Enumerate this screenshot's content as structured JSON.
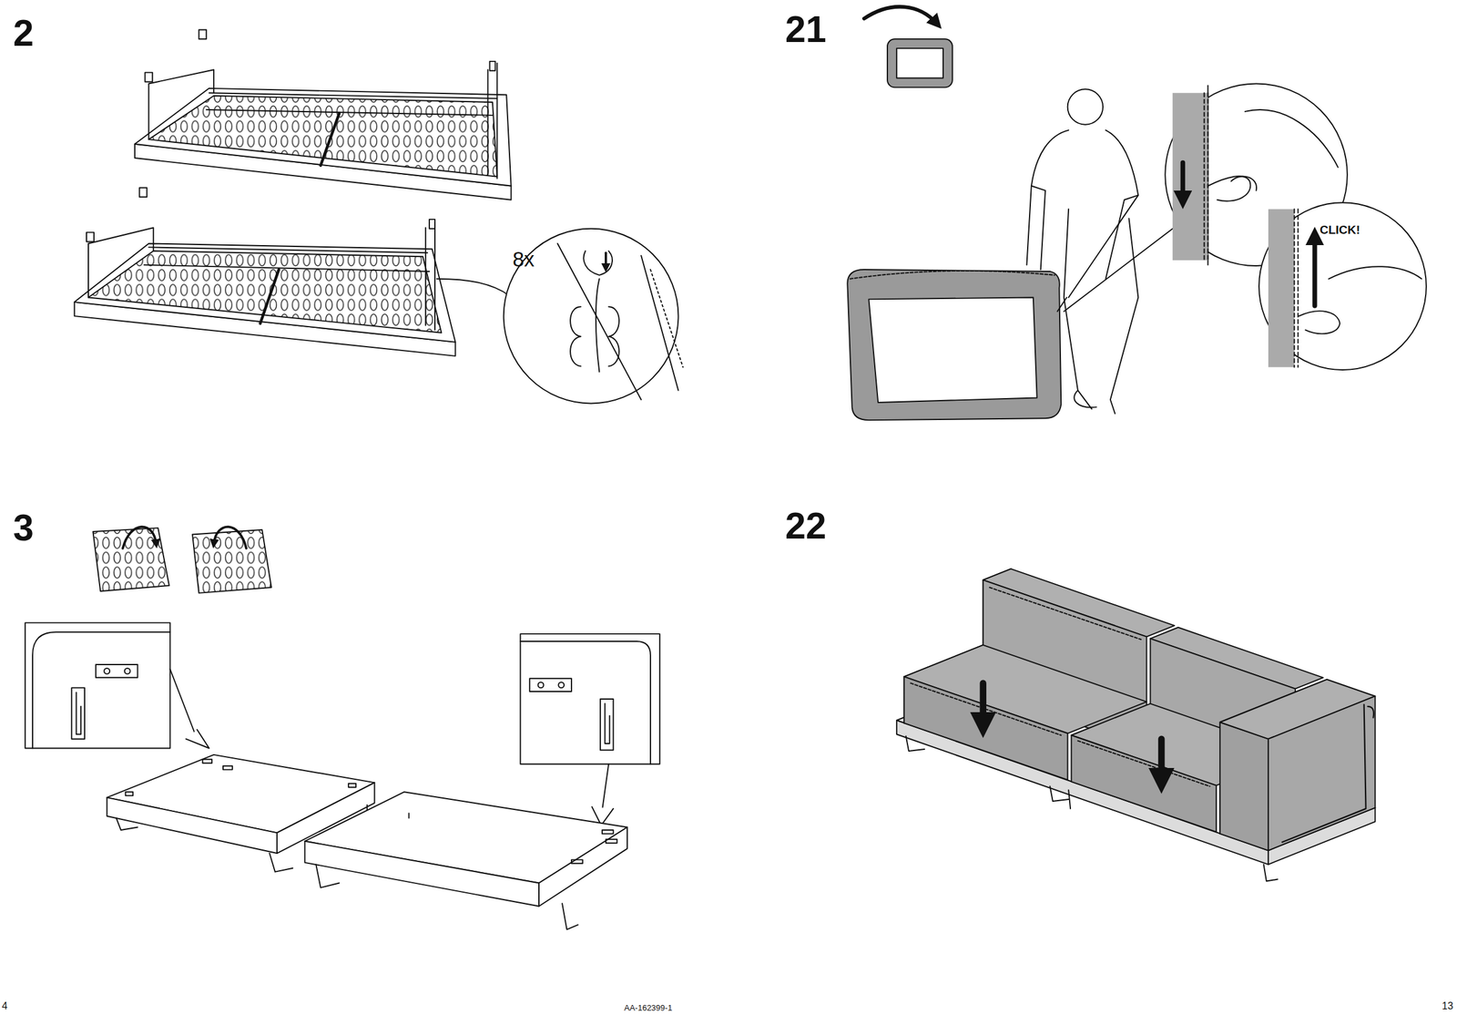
{
  "diagram": {
    "labels": [
      "2",
      "8x",
      "21",
      "CLICK!",
      "3",
      "22",
      "4",
      "AA-162399-1",
      "13"
    ]
  }
}
